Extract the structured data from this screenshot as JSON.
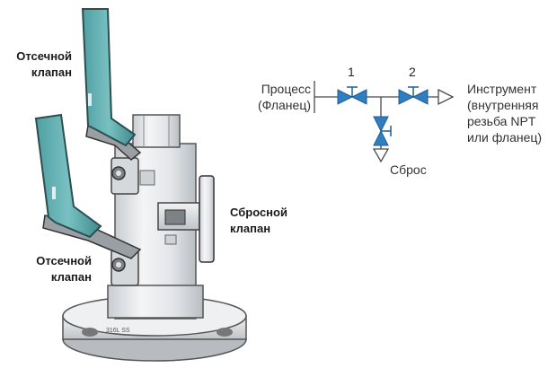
{
  "labels": {
    "upper_shutoff": "Отсечной клапан",
    "lower_shutoff": "Отсечной клапан",
    "drain_valve": "Сбросной клапан"
  },
  "body_marking": "316L SS",
  "schematic": {
    "process_line1": "Процесс",
    "process_line2": "(Фланец)",
    "instrument_line1": "Инструмент",
    "instrument_line2": "(внутренняя",
    "instrument_line3": "резьба NPT",
    "instrument_line4": "или фланец)",
    "drain": "Сброс",
    "valve1_num": "1",
    "valve2_num": "2"
  },
  "colors": {
    "handle": "#5aa7a9",
    "valve_blue": "#2f7ec1",
    "line": "#4a4a4a",
    "steel": "#dcdfe2"
  }
}
